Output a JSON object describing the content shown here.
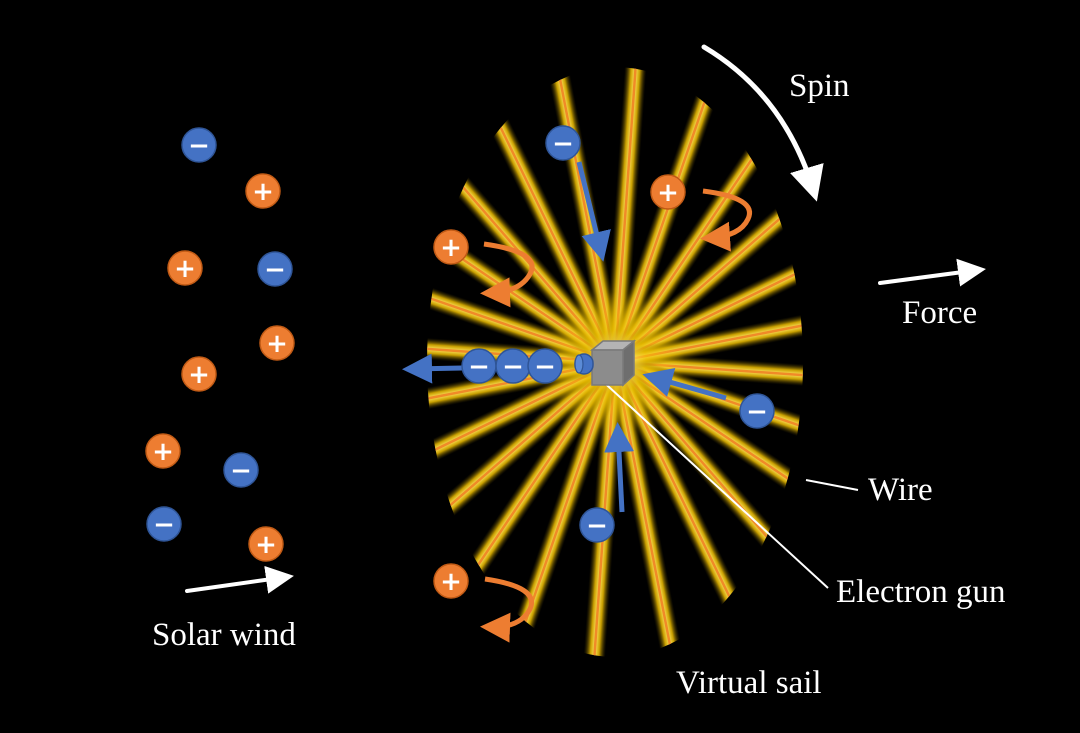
{
  "labels": {
    "spin": "Spin",
    "force": "Force",
    "wire": "Wire",
    "electron_gun": "Electron gun",
    "virtual_sail": "Virtual sail",
    "solar_wind": "Solar wind"
  },
  "particles": {
    "negative_symbol": "−",
    "positive_symbol": "+"
  },
  "colors": {
    "background": "#000000",
    "electron": "#4472C4",
    "proton": "#ED7D31",
    "wire_glow": "#F5C800",
    "wire_core": "#F08A28",
    "arrow": "#FFFFFF",
    "gun_box": "#8C8C8C"
  }
}
